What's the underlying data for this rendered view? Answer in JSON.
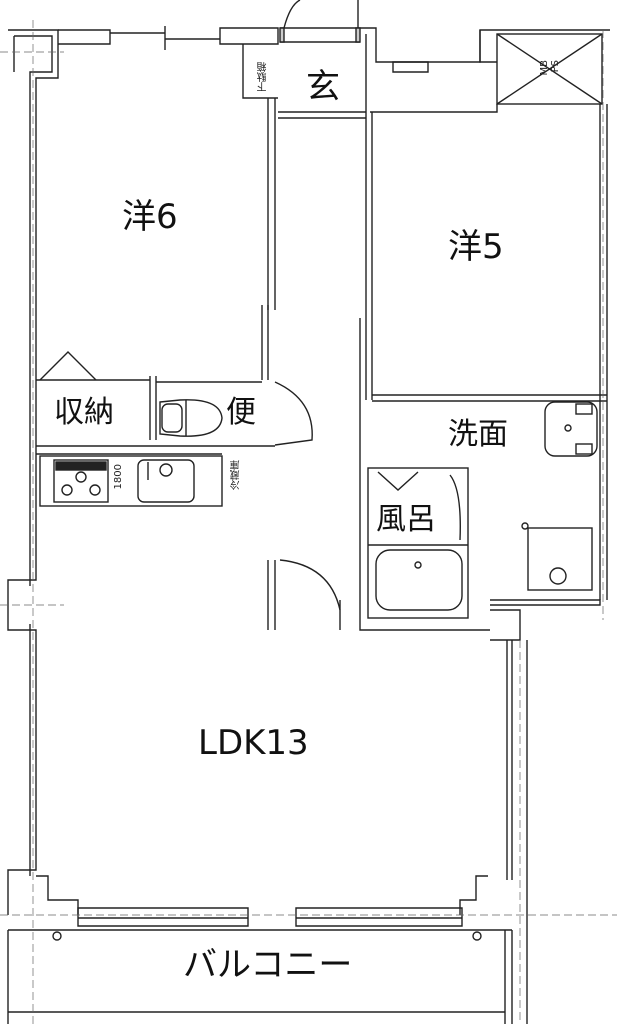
{
  "plan": {
    "rooms": {
      "western_6": "洋6",
      "western_5": "洋5",
      "entrance": "玄",
      "storage": "収納",
      "toilet": "便",
      "washroom": "洗面",
      "bath": "風呂",
      "ldk": "LDK13",
      "balcony": "バルコニー"
    },
    "annotations": {
      "shoe_box": "下駄箱",
      "kitchen_width": "1800",
      "refrigerator": "冷蔵庫",
      "mb": "MB",
      "ps": "PS"
    },
    "colors": {
      "line": "#222222",
      "wall_fill": "#ffffff",
      "background": "#ffffff"
    }
  }
}
